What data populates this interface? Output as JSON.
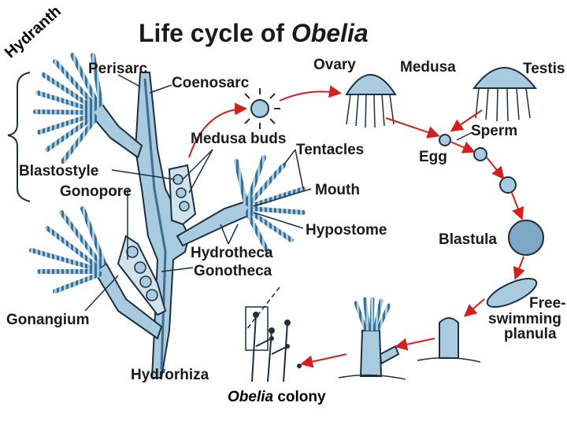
{
  "title": {
    "prefix": "Life cycle of ",
    "genus": "Obelia"
  },
  "labels": {
    "hydranth": "Hydranth",
    "perisarc": "Perisarc",
    "coenosarc": "Coenosarc",
    "ovary": "Ovary",
    "medusa": "Medusa",
    "testis": "Testis",
    "medusa_buds": "Medusa buds",
    "tentacles": "Tentacles",
    "sperm": "Sperm",
    "egg": "Egg",
    "blastostyle": "Blastostyle",
    "gonopore": "Gonopore",
    "mouth": "Mouth",
    "hypostome": "Hypostome",
    "blastula": "Blastula",
    "hydrotheca": "Hydrotheca",
    "gonotheca": "Gonotheca",
    "free_swimming_1": "Free-",
    "free_swimming_2": "swimming",
    "free_swimming_3": "planula",
    "gonangium": "Gonangium",
    "hydrorhiza": "Hydrorhiza",
    "colony_genus": "Obelia",
    "colony_suffix": " colony"
  },
  "colors": {
    "tissue": "#a9cbe0",
    "tissue_dark": "#3d6f93",
    "outline": "#1f2f3f",
    "arrow": "#d22020"
  }
}
